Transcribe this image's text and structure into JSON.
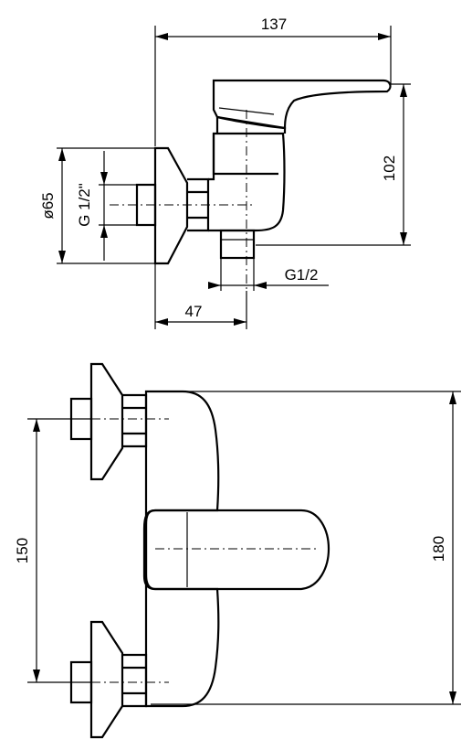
{
  "dimensions": {
    "top_width": "137",
    "top_height": "102",
    "diameter": "ø65",
    "inlet_thread": "G 1/2\"",
    "outlet_thread": "G1/2",
    "depth": "47",
    "centre_distance": "150",
    "total_height": "180"
  }
}
